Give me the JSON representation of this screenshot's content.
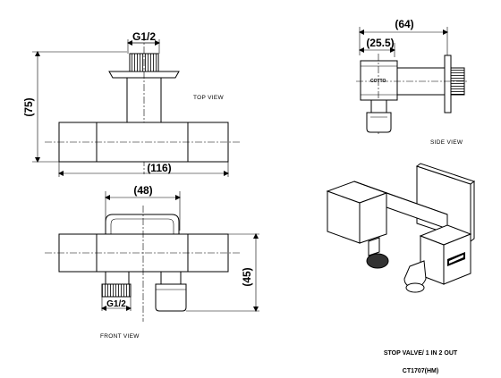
{
  "top_view": {
    "thread_label": "G1/2",
    "height_dim": "(75)",
    "width_dim": "(116)",
    "view_label": "TOP VIEW"
  },
  "side_view": {
    "overall_dim": "(64)",
    "inner_dim": "(25.5)",
    "brand_mark": "COTTO",
    "view_label": "SIDE VIEW"
  },
  "front_view": {
    "width_dim": "(48)",
    "height_dim": "(45)",
    "thread_label": "G1/2",
    "view_label": "FRONT VIEW"
  },
  "product": {
    "description": "STOP VALVE/ 1 IN 2 OUT",
    "model": "CT1707(HM)"
  }
}
